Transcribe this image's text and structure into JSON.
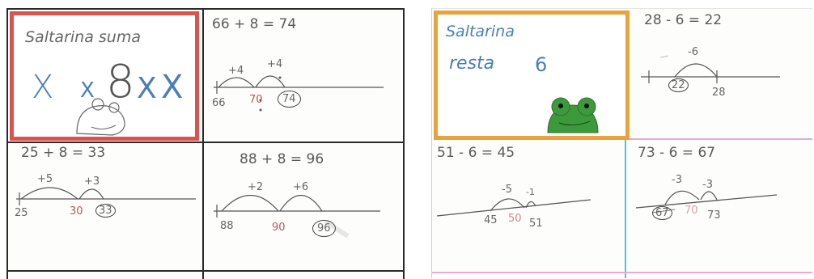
{
  "left_sheet": {
    "title_card": {
      "title": "Saltarina suma",
      "marks": [
        "X",
        "X",
        "8",
        "X",
        "X"
      ]
    },
    "panels": [
      {
        "equation": "66 + 8 = 74",
        "jumps": [
          "+4",
          "+4"
        ],
        "numbers": [
          "66",
          "70",
          "74"
        ]
      },
      {
        "equation": "25 + 8 = 33",
        "jumps": [
          "+5",
          "+3"
        ],
        "numbers": [
          "25",
          "30",
          "33"
        ]
      },
      {
        "equation": "88 + 8 = 96",
        "jumps": [
          "+2",
          "+6"
        ],
        "numbers": [
          "88",
          "90",
          "96"
        ]
      }
    ]
  },
  "right_sheet": {
    "title_card": {
      "title": "Saltarina",
      "subtitle": "resta",
      "number": "6"
    },
    "panels": [
      {
        "equation": "28 - 6 = 22",
        "jumps": [
          "-6"
        ],
        "numbers": [
          "22",
          "28"
        ]
      },
      {
        "equation": "51 - 6 = 45",
        "jumps": [
          "-5",
          "-1"
        ],
        "numbers": [
          "45",
          "50",
          "51"
        ]
      },
      {
        "equation": "73 - 6 = 67",
        "jumps": [
          "-3",
          "-3"
        ],
        "numbers": [
          "67",
          "70",
          "73"
        ]
      }
    ]
  },
  "colors": {
    "red_border": "#d9534f",
    "orange_border": "#e8a33c",
    "blue_ink": "#4a7fb5",
    "frog_green": "#3c9a3c",
    "cyan_line": "#47c9d6",
    "pink_line": "#e7a9dd"
  }
}
